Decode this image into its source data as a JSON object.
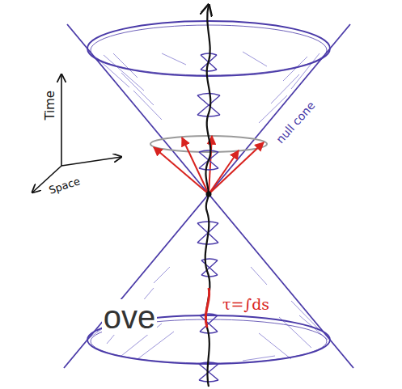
{
  "diagram": {
    "labels": [
      "Time",
      "Space",
      "null cone",
      "τ=∫ds",
      "ove"
    ]
  }
}
